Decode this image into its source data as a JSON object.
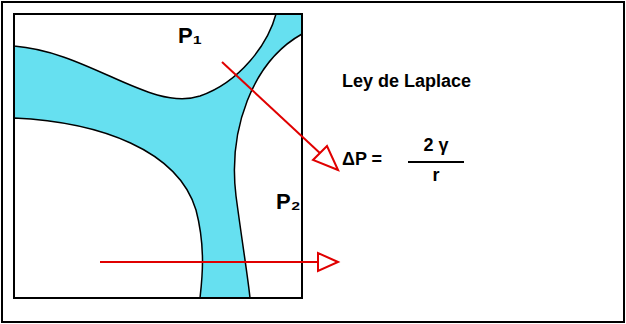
{
  "diagram": {
    "labels": [
      "P₁",
      "P₂",
      "Ley de Laplace",
      "ΔP =",
      "2 γ",
      "r"
    ]
  }
}
